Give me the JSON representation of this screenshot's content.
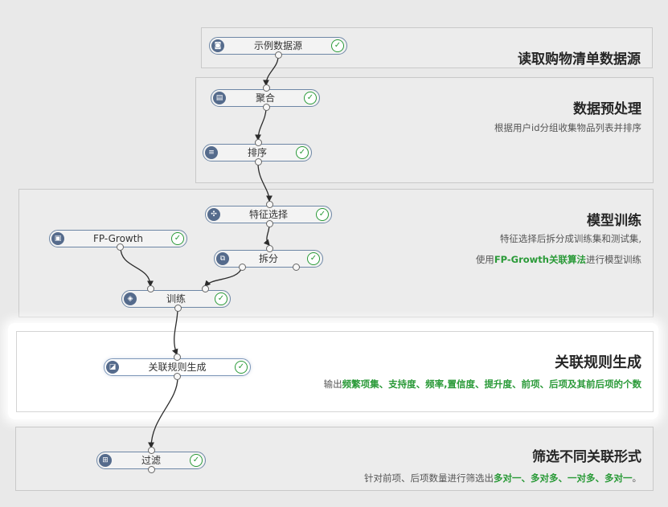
{
  "groups": [
    {
      "title": "读取购物清单数据源"
    },
    {
      "title": "数据预处理",
      "desc": "根据用户id分组收集物品列表并排序"
    },
    {
      "title": "模型训练",
      "desc1": "特征选择后拆分成训练集和测试集,",
      "desc2_pre": "使用",
      "desc2_green": "FP-Growth关联算法",
      "desc2_post": "进行模型训练"
    },
    {
      "title": "关联规则生成",
      "desc_pre": "输出",
      "desc_green": "频繁项集、支持度、频率,置信度、提升度、前项、后项及其前后项的个数"
    },
    {
      "title": "筛选不同关联形式",
      "desc_pre": "针对前项、后项数量进行筛选出",
      "desc_green": "多对一、多对多、一对多、多对一",
      "desc_post": "。"
    }
  ],
  "nodes": {
    "source": {
      "label": "示例数据源",
      "icon": "database-icon"
    },
    "aggregate": {
      "label": "聚合",
      "icon": "aggregate-icon"
    },
    "sort": {
      "label": "排序",
      "icon": "sort-icon"
    },
    "feature": {
      "label": "特征选择",
      "icon": "feature-select-icon"
    },
    "fpgrowth": {
      "label": "FP-Growth",
      "icon": "algorithm-icon"
    },
    "split": {
      "label": "拆分",
      "icon": "split-icon"
    },
    "train": {
      "label": "训练",
      "icon": "train-icon"
    },
    "rules": {
      "label": "关联规则生成",
      "icon": "rules-icon"
    },
    "filter": {
      "label": "过滤",
      "icon": "filter-icon"
    }
  },
  "status_icon": "check-icon",
  "colors": {
    "accent_green": "#2a9a38",
    "node_border": "#6e87a6",
    "icon_bg": "#556b8c"
  }
}
